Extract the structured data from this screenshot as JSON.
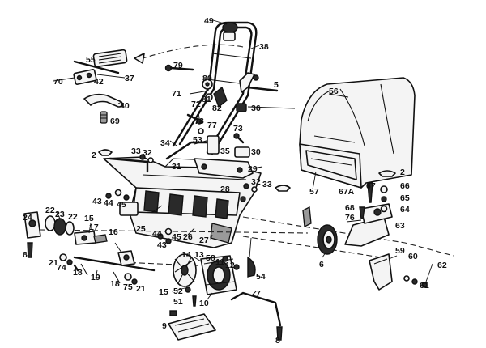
{
  "diagram": {
    "labels": [
      {
        "id": "p49",
        "text": "49"
      },
      {
        "id": "p38",
        "text": "38"
      },
      {
        "id": "p55",
        "text": "55"
      },
      {
        "id": "p70",
        "text": "70"
      },
      {
        "id": "p42",
        "text": "42"
      },
      {
        "id": "p37",
        "text": "37"
      },
      {
        "id": "p40",
        "text": "40"
      },
      {
        "id": "p69",
        "text": "69"
      },
      {
        "id": "p79",
        "text": "79"
      },
      {
        "id": "p80",
        "text": "80"
      },
      {
        "id": "p71",
        "text": "71"
      },
      {
        "id": "p81",
        "text": "81"
      },
      {
        "id": "p82",
        "text": "82"
      },
      {
        "id": "p5",
        "text": "5"
      },
      {
        "id": "p36",
        "text": "36"
      },
      {
        "id": "p56",
        "text": "56"
      },
      {
        "id": "p72",
        "text": "72"
      },
      {
        "id": "p78",
        "text": "78"
      },
      {
        "id": "p77",
        "text": "77"
      },
      {
        "id": "p73",
        "text": "73"
      },
      {
        "id": "p53",
        "text": "53"
      },
      {
        "id": "p34",
        "text": "34"
      },
      {
        "id": "p35",
        "text": "35"
      },
      {
        "id": "p30",
        "text": "30"
      },
      {
        "id": "p2a",
        "text": "2"
      },
      {
        "id": "p33a",
        "text": "33"
      },
      {
        "id": "p32a",
        "text": "32"
      },
      {
        "id": "p31",
        "text": "31"
      },
      {
        "id": "p29",
        "text": "29"
      },
      {
        "id": "p32b",
        "text": "32"
      },
      {
        "id": "p33b",
        "text": "33"
      },
      {
        "id": "p28",
        "text": "28"
      },
      {
        "id": "p57",
        "text": "57"
      },
      {
        "id": "p2b",
        "text": "2"
      },
      {
        "id": "p66",
        "text": "66"
      },
      {
        "id": "p67a",
        "text": "67A"
      },
      {
        "id": "p67",
        "text": "67"
      },
      {
        "id": "p65",
        "text": "65"
      },
      {
        "id": "p64",
        "text": "64"
      },
      {
        "id": "p68",
        "text": "68"
      },
      {
        "id": "p76",
        "text": "76"
      },
      {
        "id": "p63",
        "text": "63"
      },
      {
        "id": "p43a",
        "text": "43"
      },
      {
        "id": "p44a",
        "text": "44"
      },
      {
        "id": "p45a",
        "text": "45"
      },
      {
        "id": "p25",
        "text": "25"
      },
      {
        "id": "p26",
        "text": "26"
      },
      {
        "id": "p27",
        "text": "27"
      },
      {
        "id": "p24",
        "text": "24"
      },
      {
        "id": "p22a",
        "text": "22"
      },
      {
        "id": "p23",
        "text": "23"
      },
      {
        "id": "p22b",
        "text": "22"
      },
      {
        "id": "p15",
        "text": "15"
      },
      {
        "id": "p17",
        "text": "17"
      },
      {
        "id": "p8a",
        "text": "8"
      },
      {
        "id": "p16",
        "text": "16"
      },
      {
        "id": "p44b",
        "text": "44"
      },
      {
        "id": "p45b",
        "text": "45"
      },
      {
        "id": "p43b",
        "text": "43"
      },
      {
        "id": "p21a",
        "text": "21"
      },
      {
        "id": "p74",
        "text": "74"
      },
      {
        "id": "p18a",
        "text": "18"
      },
      {
        "id": "p19",
        "text": "19"
      },
      {
        "id": "p18b",
        "text": "18"
      },
      {
        "id": "p75",
        "text": "75"
      },
      {
        "id": "p21b",
        "text": "21"
      },
      {
        "id": "p14",
        "text": "14"
      },
      {
        "id": "p13",
        "text": "13"
      },
      {
        "id": "p58",
        "text": "58"
      },
      {
        "id": "p11",
        "text": "11"
      },
      {
        "id": "p12",
        "text": "12"
      },
      {
        "id": "p15b",
        "text": "15"
      },
      {
        "id": "p52",
        "text": "52"
      },
      {
        "id": "p51",
        "text": "51"
      },
      {
        "id": "p10",
        "text": "10"
      },
      {
        "id": "p54",
        "text": "54"
      },
      {
        "id": "p6",
        "text": "6"
      },
      {
        "id": "p7",
        "text": "7"
      },
      {
        "id": "p9",
        "text": "9"
      },
      {
        "id": "p8b",
        "text": "8"
      },
      {
        "id": "p59",
        "text": "59"
      },
      {
        "id": "p60",
        "text": "60"
      },
      {
        "id": "p61",
        "text": "61"
      },
      {
        "id": "p62",
        "text": "62"
      }
    ]
  }
}
